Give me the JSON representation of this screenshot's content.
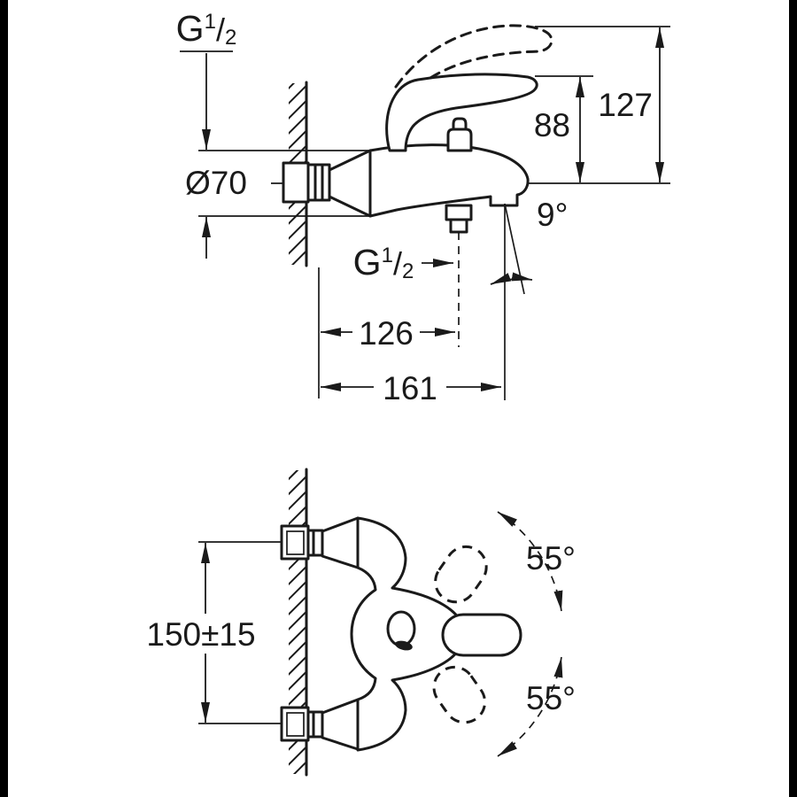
{
  "colors": {
    "ink": "#1a1a1a",
    "background": "#ffffff",
    "edge_bar": "#000000"
  },
  "side_view": {
    "thread_top": {
      "prefix": "G",
      "numerator": "1",
      "slash": "/",
      "denominator": "2"
    },
    "escutcheon_diameter": "Ø70",
    "lever_height": "88",
    "max_height": "127",
    "spout_angle": "9°",
    "thread_bottom": {
      "prefix": "G",
      "numerator": "1",
      "slash": "/",
      "denominator": "2"
    },
    "projection_to_outlet": "126",
    "projection_total": "161"
  },
  "front_view": {
    "connection_spacing": "150±15",
    "lever_swing_up": "55°",
    "lever_swing_down": "55°"
  }
}
